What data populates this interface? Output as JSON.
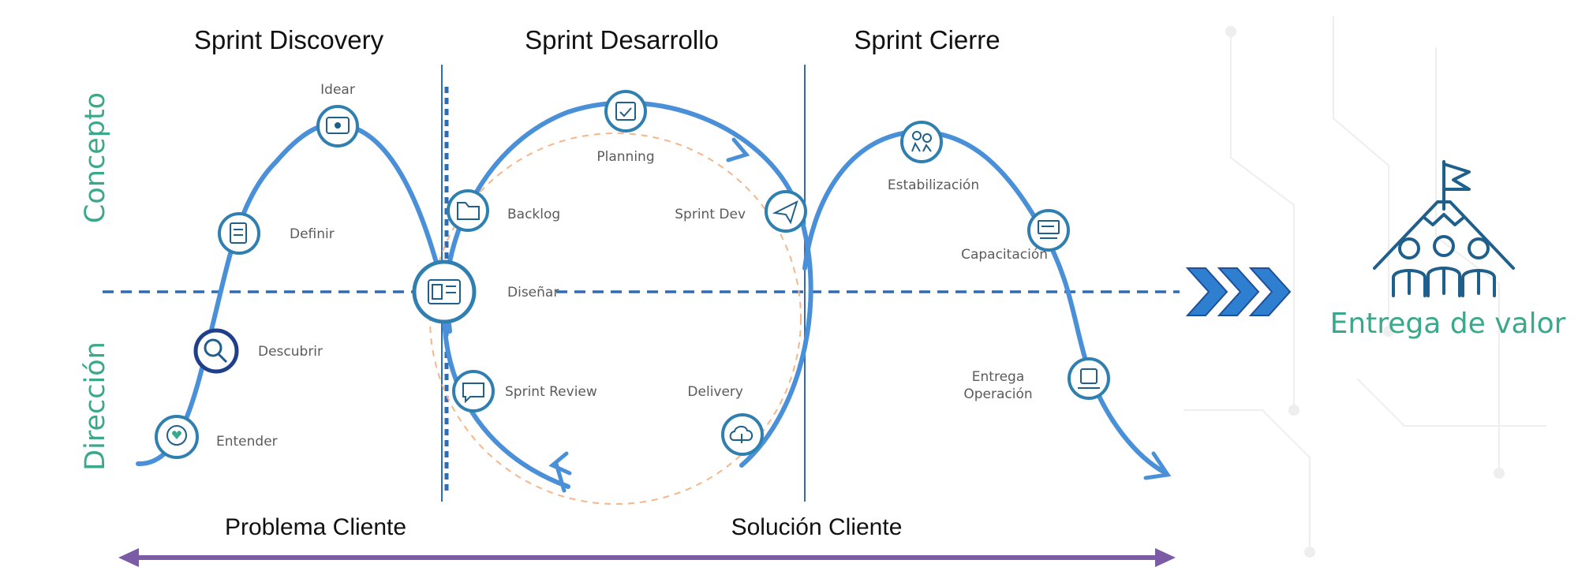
{
  "colors": {
    "curve": "#4a90d9",
    "node_border": "#2f7fb0",
    "dashed_axis": "#2e6db4",
    "inner_dashed": "#f5b68a",
    "accent_green": "#3aa88a",
    "arrow_purple": "#7b5ba6",
    "chevron": "#2f7fd0",
    "icon_blue": "#1f5f8b"
  },
  "sprints": {
    "discovery": "Sprint Discovery",
    "desarrollo": "Sprint Desarrollo",
    "cierre": "Sprint Cierre"
  },
  "side_labels": {
    "concepto": "Concepto",
    "direccion": "Dirección"
  },
  "steps": {
    "idear": "Idear",
    "definir": "Definir",
    "descubrir": "Descubrir",
    "entender": "Entender",
    "disenar": "Diseñar",
    "planning": "Planning",
    "backlog": "Backlog",
    "sprint_dev": "Sprint Dev",
    "sprint_review": "Sprint Review",
    "delivery": "Delivery",
    "estabilizacion": "Estabilización",
    "capacitacion": "Capacitación",
    "entrega_line1": "Entrega",
    "entrega_line2": "Operación"
  },
  "bottom": {
    "problema": "Problema Cliente",
    "solucion": "Solución Cliente"
  },
  "value": {
    "label": "Entrega de valor"
  }
}
